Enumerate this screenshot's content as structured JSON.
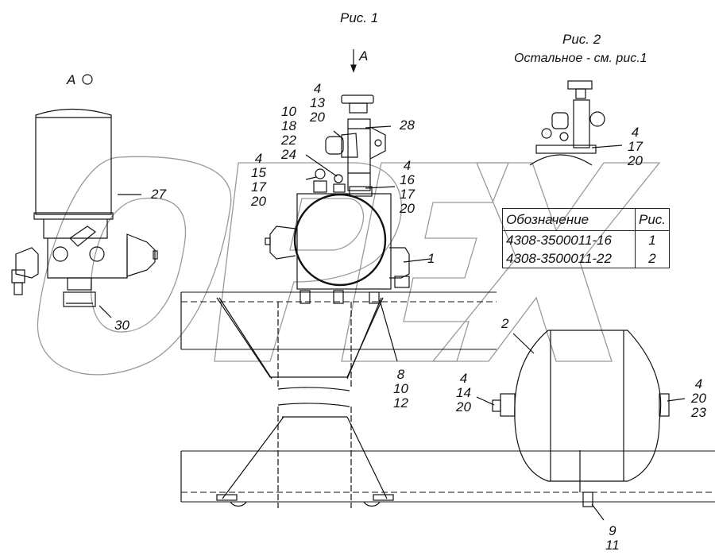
{
  "figures": {
    "fig1_title": "Рис. 1",
    "fig2_title": "Рис. 2",
    "fig2_note": "Остальное - см. рис.1",
    "view_arrow_label": "A",
    "view_marker_label": "A"
  },
  "watermark": {
    "text": "OPEX",
    "color": "#9a9a9a"
  },
  "spec_table": {
    "headers": [
      "Обозначение",
      "Рис."
    ],
    "rows": [
      {
        "designation": "4308-3500011-16",
        "figure": "1"
      },
      {
        "designation": "4308-3500011-22",
        "figure": "2"
      }
    ]
  },
  "callouts": {
    "c27": [
      "27"
    ],
    "c30": [
      "30"
    ],
    "c4_13_20": [
      "4",
      "13",
      "20"
    ],
    "c10_18_22_24": [
      "10",
      "18",
      "22",
      "24"
    ],
    "c28": [
      "28"
    ],
    "c4_15_17_20": [
      "4",
      "15",
      "17",
      "20"
    ],
    "c4_16_17_20": [
      "4",
      "16",
      "17",
      "20"
    ],
    "c1": [
      "1"
    ],
    "c8_10_12": [
      "8",
      "10",
      "12"
    ],
    "c2": [
      "2"
    ],
    "c4_14_20": [
      "4",
      "14",
      "20"
    ],
    "c4_20_23": [
      "4",
      "20",
      "23"
    ],
    "c9_11": [
      "9",
      "11"
    ],
    "fig2_4_17_20": [
      "4",
      "17",
      "20"
    ]
  },
  "colors": {
    "line": "#111111",
    "watermark": "#9a9a9a"
  }
}
